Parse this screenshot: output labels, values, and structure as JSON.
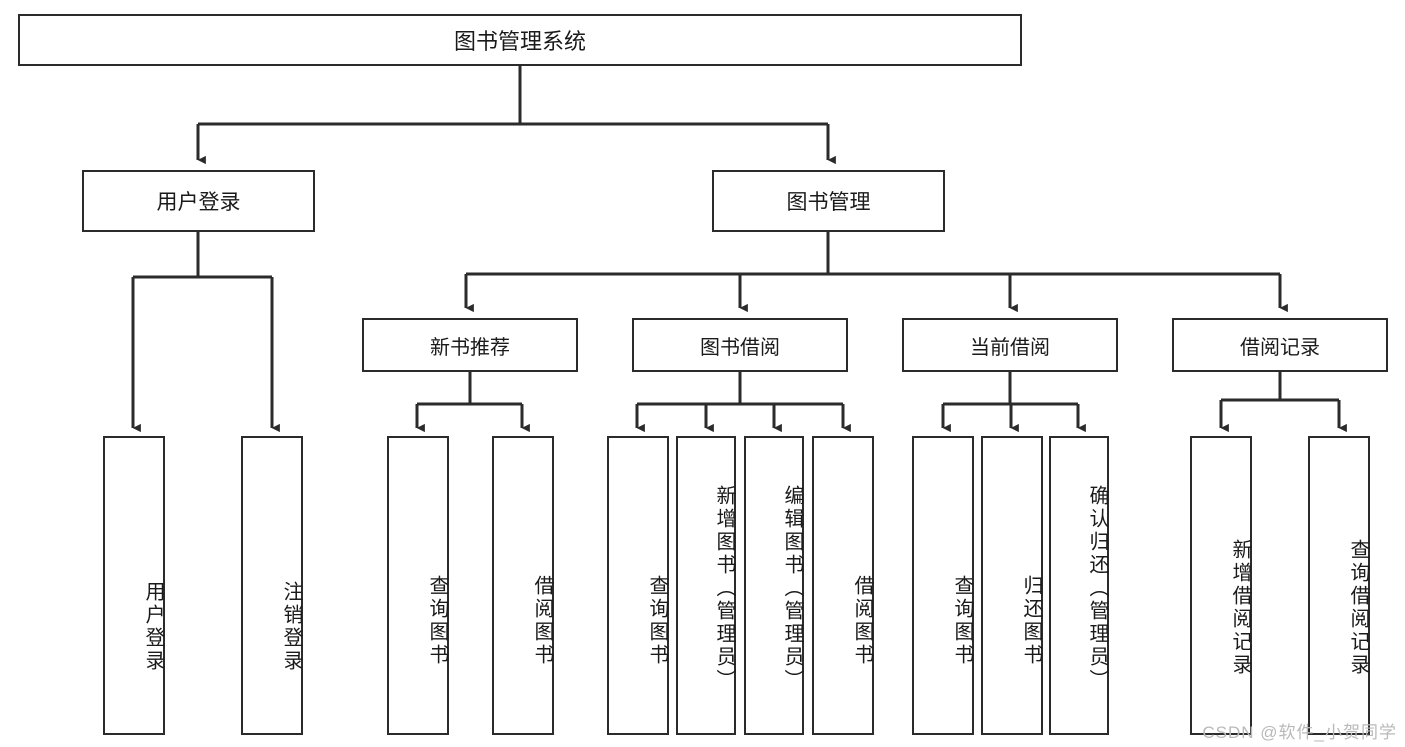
{
  "diagram": {
    "type": "tree",
    "title": "图书管理系统",
    "orientation": "top-down",
    "watermark": "CSDN @软件_小贺同学",
    "style": {
      "box_border_color": "#2b2b2b",
      "box_fill_color": "#ffffff",
      "connector_color": "#2b2b2b",
      "text_color": "#1a1a1a",
      "watermark_color": "#b9b9b9"
    },
    "root": {
      "id": "root",
      "label": "图书管理系统"
    },
    "level2": [
      {
        "id": "user-login",
        "label": "用户登录"
      },
      {
        "id": "book-manage",
        "label": "图书管理"
      }
    ],
    "level3": [
      {
        "id": "new-book-rec",
        "label": "新书推荐",
        "parent": "book-manage"
      },
      {
        "id": "book-borrow",
        "label": "图书借阅",
        "parent": "book-manage"
      },
      {
        "id": "current-borrow",
        "label": "当前借阅",
        "parent": "book-manage"
      },
      {
        "id": "borrow-record",
        "label": "借阅记录",
        "parent": "book-manage"
      }
    ],
    "leaves": [
      {
        "id": "leaf-user-login",
        "label": "用户登录",
        "parent": "user-login"
      },
      {
        "id": "leaf-user-logout",
        "label": "注销登录",
        "parent": "user-login"
      },
      {
        "id": "leaf-query-book-1",
        "label": "查询图书",
        "parent": "new-book-rec"
      },
      {
        "id": "leaf-borrow-book-1",
        "label": "借阅图书",
        "parent": "new-book-rec"
      },
      {
        "id": "leaf-query-book-2",
        "label": "查询图书",
        "parent": "book-borrow"
      },
      {
        "id": "leaf-add-book",
        "label": "新增图书（管理员）",
        "parent": "book-borrow"
      },
      {
        "id": "leaf-edit-book",
        "label": "编辑图书（管理员）",
        "parent": "book-borrow"
      },
      {
        "id": "leaf-borrow-book-2",
        "label": "借阅图书",
        "parent": "book-borrow"
      },
      {
        "id": "leaf-query-book-3",
        "label": "查询图书",
        "parent": "current-borrow"
      },
      {
        "id": "leaf-return-book",
        "label": "归还图书",
        "parent": "current-borrow"
      },
      {
        "id": "leaf-confirm-return",
        "label": "确认归还（管理员）",
        "parent": "current-borrow"
      },
      {
        "id": "leaf-add-record",
        "label": "新增借阅记录",
        "parent": "borrow-record"
      },
      {
        "id": "leaf-query-record",
        "label": "查询借阅记录",
        "parent": "borrow-record"
      }
    ]
  }
}
